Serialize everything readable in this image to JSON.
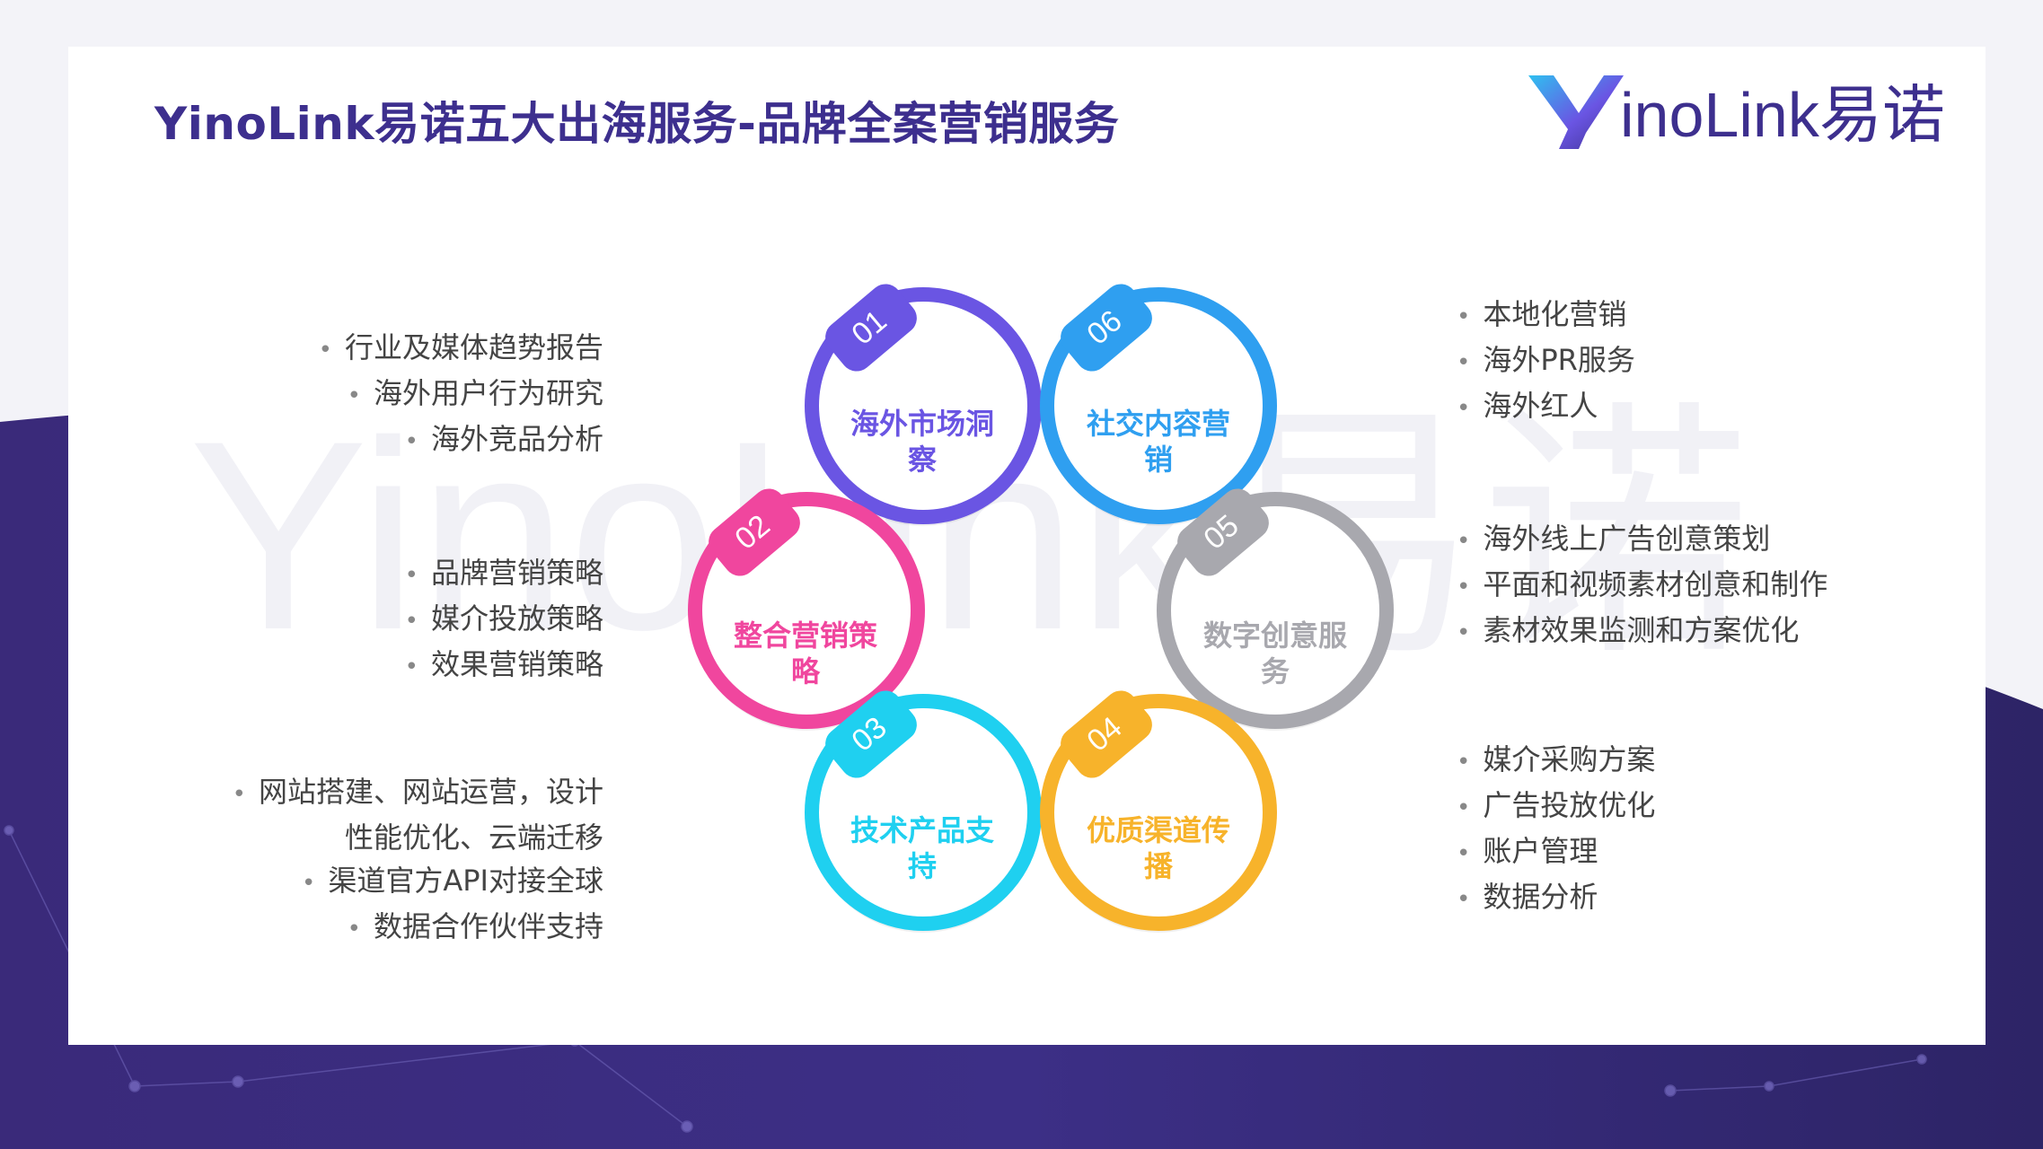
{
  "page": {
    "title": "YinoLink易诺五大出海服务-品牌全案营销服务",
    "logo": {
      "brand_text": "inoLink易诺"
    },
    "watermark_text": "YinoLink易诺"
  },
  "colors": {
    "brand": "#3d2f8e",
    "n01": "#6a55e3",
    "n06": "#2f9ff0",
    "n02": "#f0469e",
    "n05": "#a8a8ae",
    "n03": "#1fd0f0",
    "n04": "#f7b32b"
  },
  "nodes": [
    {
      "num": "01",
      "label": "海外市场洞察",
      "color": "#6a55e3"
    },
    {
      "num": "06",
      "label": "社交内容营销",
      "color": "#2f9ff0"
    },
    {
      "num": "02",
      "label": "整合营销策略",
      "color": "#f0469e"
    },
    {
      "num": "05",
      "label": "数字创意服务",
      "color": "#a8a8ae"
    },
    {
      "num": "03",
      "label": "技术产品支持",
      "color": "#1fd0f0"
    },
    {
      "num": "04",
      "label": "优质渠道传播",
      "color": "#f7b32b"
    }
  ],
  "lists": {
    "n01": [
      "行业及媒体趋势报告",
      "海外用户行为研究",
      "海外竞品分析"
    ],
    "n02": [
      "品牌营销策略",
      "媒介投放策略",
      "效果营销策略"
    ],
    "n03": [
      "网站搭建、网站运营，设计性能优化、云端迁移",
      "渠道官方API对接全球",
      "数据合作伙伴支持"
    ],
    "n06": [
      "本地化营销",
      "海外PR服务",
      "海外红人"
    ],
    "n05": [
      "海外线上广告创意策划",
      "平面和视频素材创意和制作",
      "素材效果监测和方案优化"
    ],
    "n04": [
      "媒介采购方案",
      "广告投放优化",
      "账户管理",
      "数据分析"
    ]
  }
}
